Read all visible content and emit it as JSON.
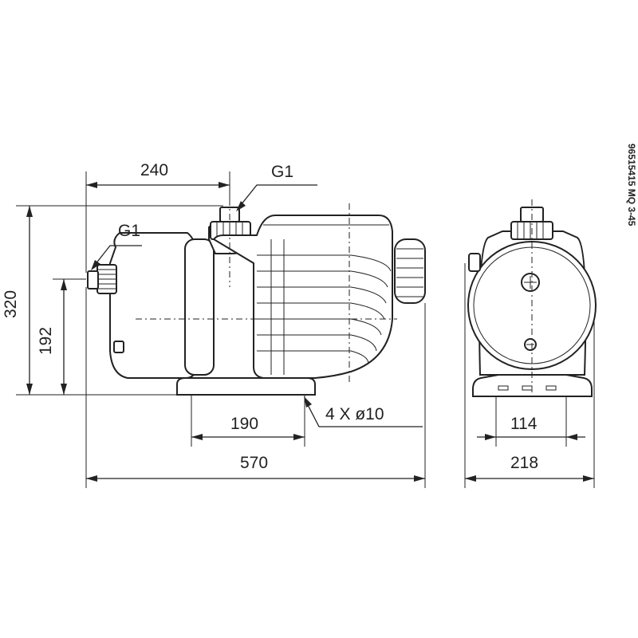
{
  "colors": {
    "line": "#222222",
    "background": "#ffffff"
  },
  "labels": {
    "dim_240": "240",
    "dim_320": "320",
    "dim_192": "192",
    "dim_190": "190",
    "dim_570": "570",
    "dim_114": "114",
    "dim_218": "218",
    "thread_outlet": "G1",
    "thread_inlet": "G1",
    "bolt_holes": "4 X ø10",
    "drawing_code": "96515415 MQ 3-45"
  }
}
